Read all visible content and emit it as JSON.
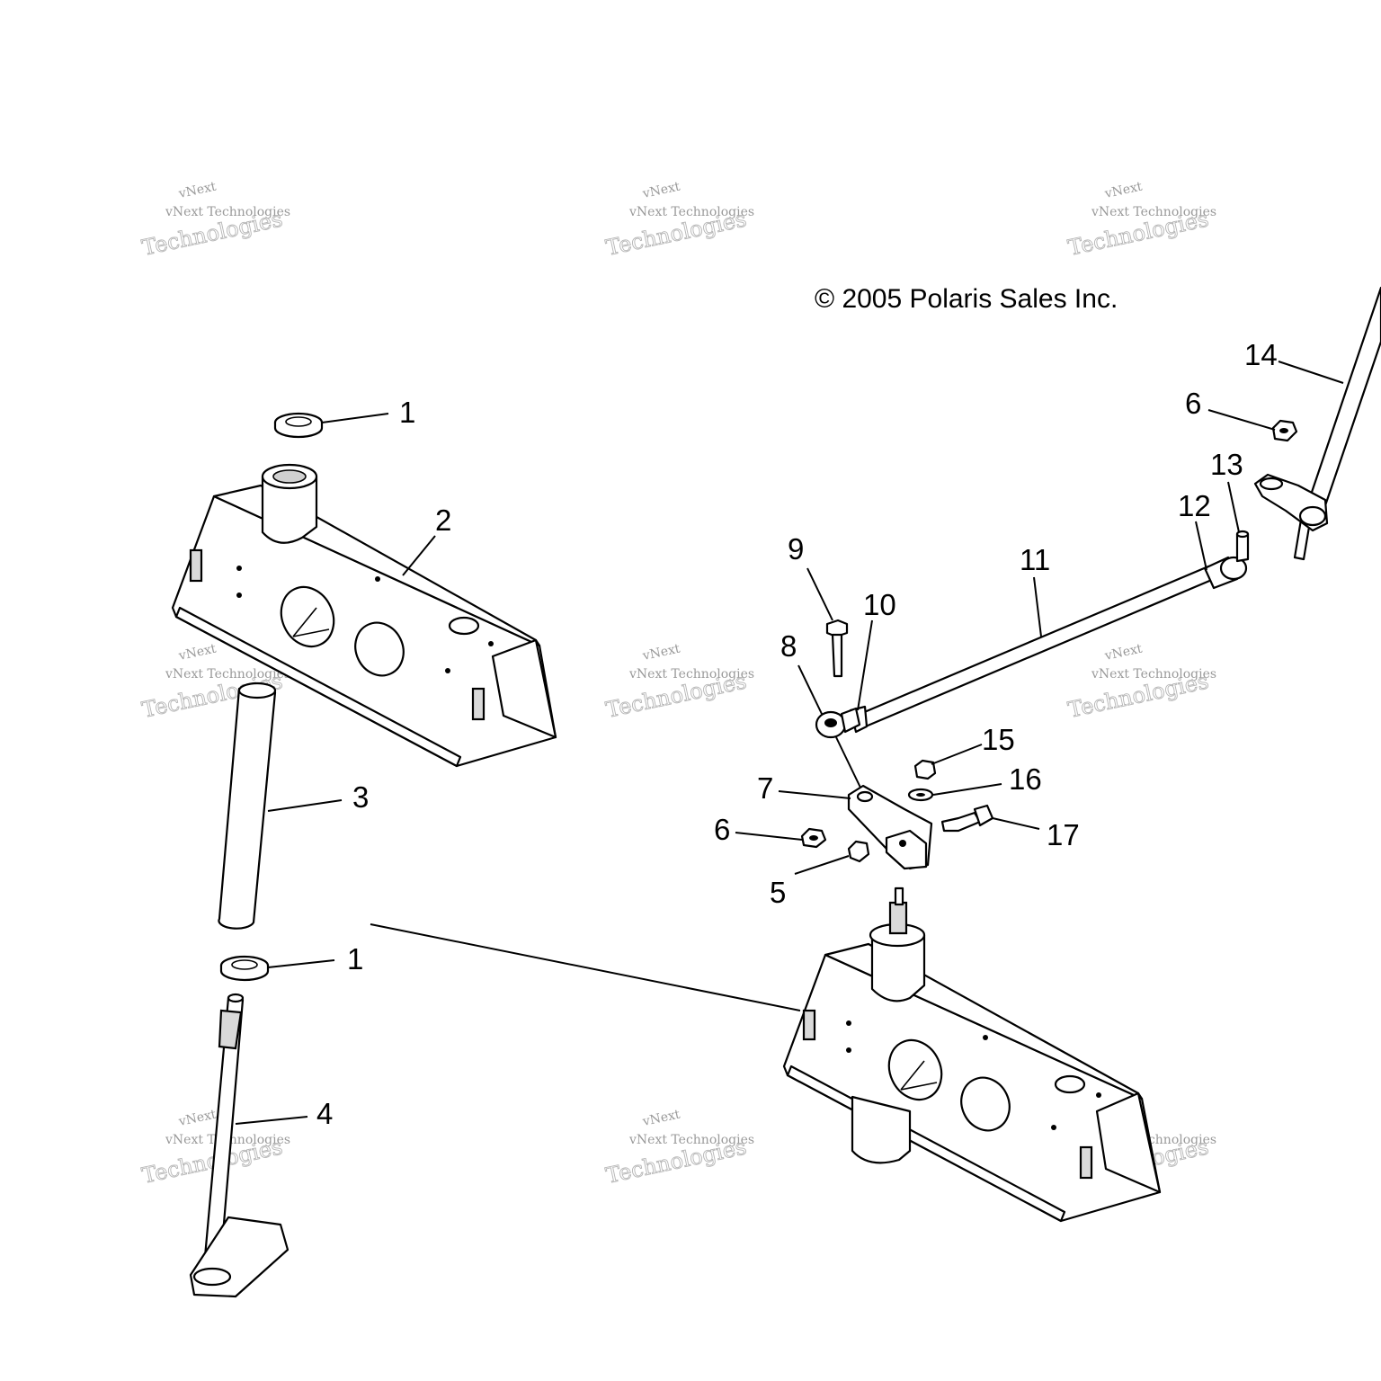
{
  "copyright": "© 2005 Polaris Sales Inc.",
  "watermark": {
    "line_top": "vNext",
    "line_small": "vNext Technologies",
    "line_big": "Technologies"
  },
  "callouts": [
    {
      "id": "c1a",
      "label": "1"
    },
    {
      "id": "c2",
      "label": "2"
    },
    {
      "id": "c3",
      "label": "3"
    },
    {
      "id": "c1b",
      "label": "1"
    },
    {
      "id": "c4",
      "label": "4"
    },
    {
      "id": "c5",
      "label": "5"
    },
    {
      "id": "c6a",
      "label": "6"
    },
    {
      "id": "c7",
      "label": "7"
    },
    {
      "id": "c8",
      "label": "8"
    },
    {
      "id": "c9",
      "label": "9"
    },
    {
      "id": "c10",
      "label": "10"
    },
    {
      "id": "c11",
      "label": "11"
    },
    {
      "id": "c12",
      "label": "12"
    },
    {
      "id": "c13",
      "label": "13"
    },
    {
      "id": "c14",
      "label": "14"
    },
    {
      "id": "c6b",
      "label": "6"
    },
    {
      "id": "c15",
      "label": "15"
    },
    {
      "id": "c16",
      "label": "16"
    },
    {
      "id": "c17",
      "label": "17"
    }
  ]
}
